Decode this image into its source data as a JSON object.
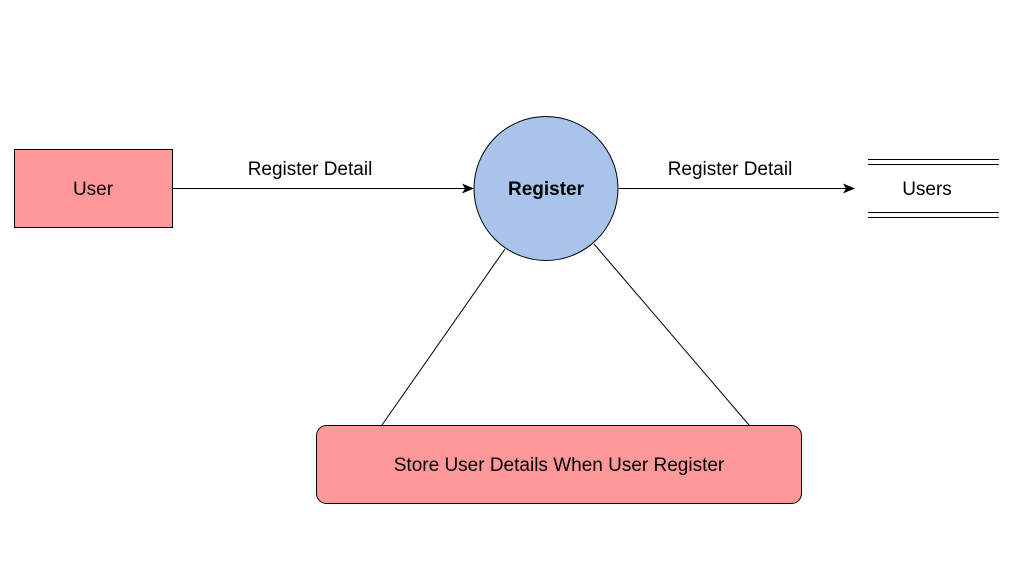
{
  "diagram": {
    "entity": {
      "label": "User",
      "fill": "#FF9999"
    },
    "process": {
      "label": "Register",
      "fill": "#A9C4EB"
    },
    "datastore": {
      "label": "Users"
    },
    "note": {
      "label": "Store User Details When User Register",
      "fill": "#FF9999"
    },
    "flows": [
      {
        "label": "Register Detail",
        "from": "User",
        "to": "Register"
      },
      {
        "label": "Register Detail",
        "from": "Register",
        "to": "Users"
      }
    ],
    "stroke_color": "#000000"
  }
}
